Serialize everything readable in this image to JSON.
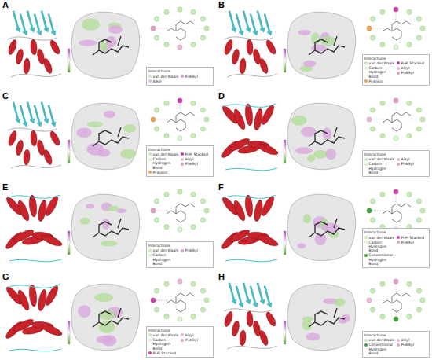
{
  "diagram": {
    "labels": [
      "A",
      "B",
      "C",
      "D",
      "E",
      "F",
      "G",
      "H",
      "Interactions",
      "Interactions",
      "Interactions",
      "Interactions",
      "Interactions",
      "Interactions",
      "Interactions",
      "Interactions"
    ],
    "legend": [
      {
        "text": "van der Waals",
        "color": "#c6eab4"
      },
      {
        "text": "Alkyl",
        "color": "#ecb6dc"
      },
      {
        "text": "Pi-Alkyl",
        "color": "#e39ccb"
      },
      {
        "text": "van der Waals",
        "color": "#c6eab4"
      },
      {
        "text": "Carbon Hydrogen Bond",
        "color": "#d8f5d0"
      },
      {
        "text": "Pi-Anion",
        "color": "#f0a050"
      },
      {
        "text": "Pi-Pi Stacked",
        "color": "#d040b0"
      },
      {
        "text": "Alkyl",
        "color": "#ecb6dc"
      },
      {
        "text": "Pi-Alkyl",
        "color": "#e39ccb"
      },
      {
        "text": "van der Waals",
        "color": "#c6eab4"
      },
      {
        "text": "Carbon Hydrogen Bond",
        "color": "#d8f5d0"
      },
      {
        "text": "Pi-Anion",
        "color": "#f0a050"
      },
      {
        "text": "Pi-Pi Stacked",
        "color": "#d040b0"
      },
      {
        "text": "Alkyl",
        "color": "#ecb6dc"
      },
      {
        "text": "Pi-Alkyl",
        "color": "#e39ccb"
      },
      {
        "text": "van der Waals",
        "color": "#c6eab4"
      },
      {
        "text": "Carbon Hydrogen Bond",
        "color": "#d8f5d0"
      },
      {
        "text": "Alkyl",
        "color": "#ecb6dc"
      },
      {
        "text": "Pi-Alkyl",
        "color": "#e39ccb"
      },
      {
        "text": "van der Waals",
        "color": "#c6eab4"
      },
      {
        "text": "Carbon Hydrogen Bond",
        "color": "#d8f5d0"
      },
      {
        "text": "Pi-Alkyl",
        "color": "#e39ccb"
      },
      {
        "text": "van der Waals",
        "color": "#c6eab4"
      },
      {
        "text": "Carbon Hydrogen Bond",
        "color": "#d8f5d0"
      },
      {
        "text": "Conventional Hydrogen Bond",
        "color": "#3ca03c"
      },
      {
        "text": "Pi-Pi Stacked",
        "color": "#d040b0"
      },
      {
        "text": "Pi-Alkyl",
        "color": "#e39ccb"
      },
      {
        "text": "van der Waals",
        "color": "#c6eab4"
      },
      {
        "text": "Carbon Hydrogen Bond",
        "color": "#d8f5d0"
      },
      {
        "text": "Pi-Pi Stacked",
        "color": "#d040b0"
      },
      {
        "text": "Alkyl",
        "color": "#ecb6dc"
      },
      {
        "text": "Pi-Alkyl",
        "color": "#e39ccb"
      },
      {
        "text": "van der Waals",
        "color": "#c6eab4"
      },
      {
        "text": "Conventional Hydrogen Bond",
        "color": "#3ca03c"
      },
      {
        "text": "Alkyl",
        "color": "#ecb6dc"
      },
      {
        "text": "Pi-Alkyl",
        "color": "#e39ccb"
      }
    ]
  }
}
